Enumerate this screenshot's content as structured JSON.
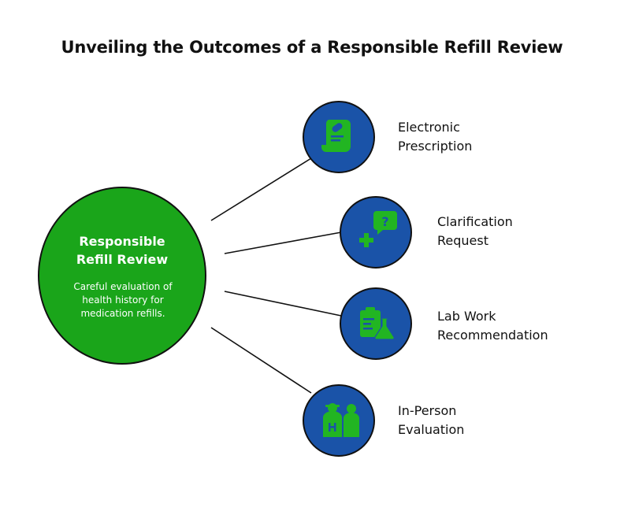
{
  "title": "Unveiling the Outcomes of a Responsible Refill Review",
  "center": {
    "title": "Responsible\nRefill Review",
    "description": "Careful evaluation of health history for medication refills."
  },
  "outcomes": [
    {
      "label": "Electronic\nPrescription",
      "icon": "prescription-scroll-icon"
    },
    {
      "label": "Clarification\nRequest",
      "icon": "question-chat-icon"
    },
    {
      "label": "Lab Work\nRecommendation",
      "icon": "lab-clipboard-flask-icon"
    },
    {
      "label": "In-Person\nEvaluation",
      "icon": "doctor-patient-icon"
    }
  ],
  "colors": {
    "center_fill": "#1aa51a",
    "node_fill": "#1a53a8",
    "icon": "#22b522",
    "outline": "#111111"
  }
}
